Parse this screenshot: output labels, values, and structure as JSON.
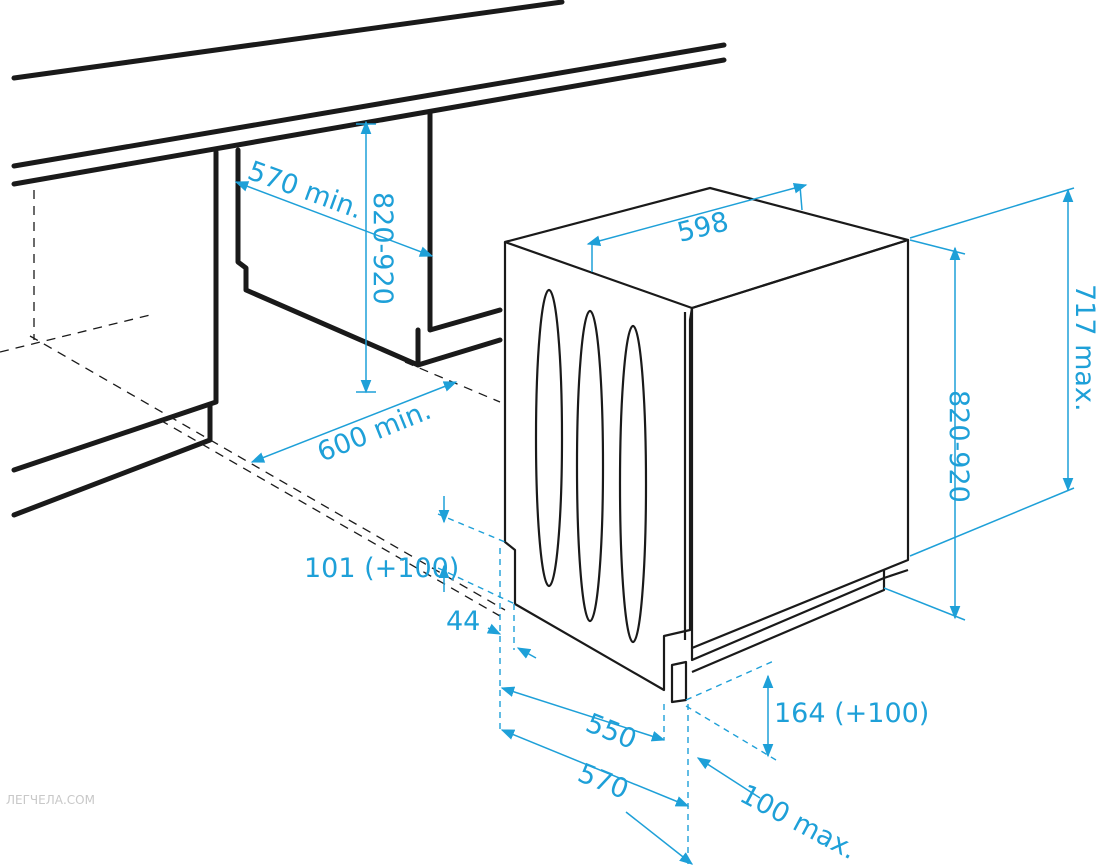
{
  "labels": {
    "cabinet_depth": "570 min.",
    "cabinet_height": "820-920",
    "niche_width": "600 min.",
    "appliance_width": "598",
    "appliance_height_max": "717 max.",
    "appliance_height_range": "820-920",
    "door_gap": "101 (+100)",
    "door_offset": "44",
    "plinth_height": "164 (+100)",
    "appliance_depth": "550",
    "total_depth": "570",
    "plinth_depth_max": "100 max."
  },
  "watermark": "ЛЕГЧЕЛА.COM",
  "colors": {
    "dimension": "#1ea0d8",
    "outline": "#1a1a1a",
    "background": "#ffffff"
  }
}
